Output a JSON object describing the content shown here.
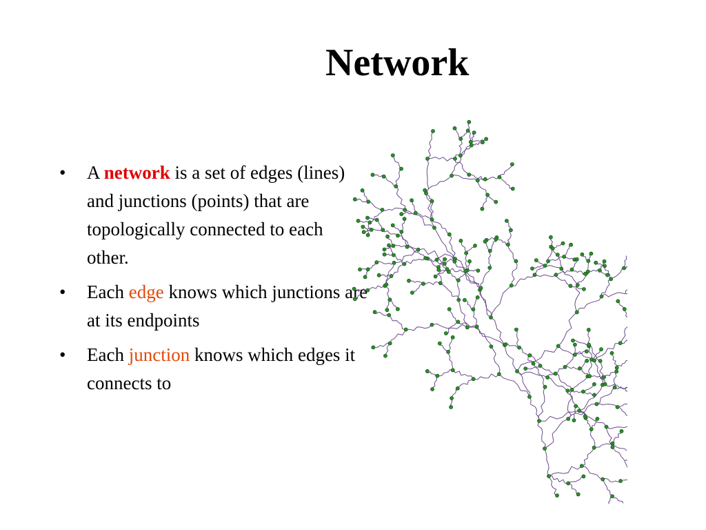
{
  "title": "Network",
  "bullets": [
    {
      "pre": "A ",
      "term": "network",
      "post": " is a set of edges (lines) and junctions (points) that are topologically connected to each other."
    },
    {
      "pre": "Each ",
      "term": "edge",
      "post": " knows which junctions are at its endpoints"
    },
    {
      "pre": "Each ",
      "term": "junction",
      "post": " knows which edges it connects to"
    }
  ],
  "colors": {
    "keyword_bold": "#e00000",
    "keyword": "#e04a0a",
    "edge_line": "#6a4a8a",
    "junction_fill": "#2e8b2e",
    "junction_stroke": "#0b4d0b"
  },
  "figure": {
    "icon": "river-network-diagram"
  }
}
